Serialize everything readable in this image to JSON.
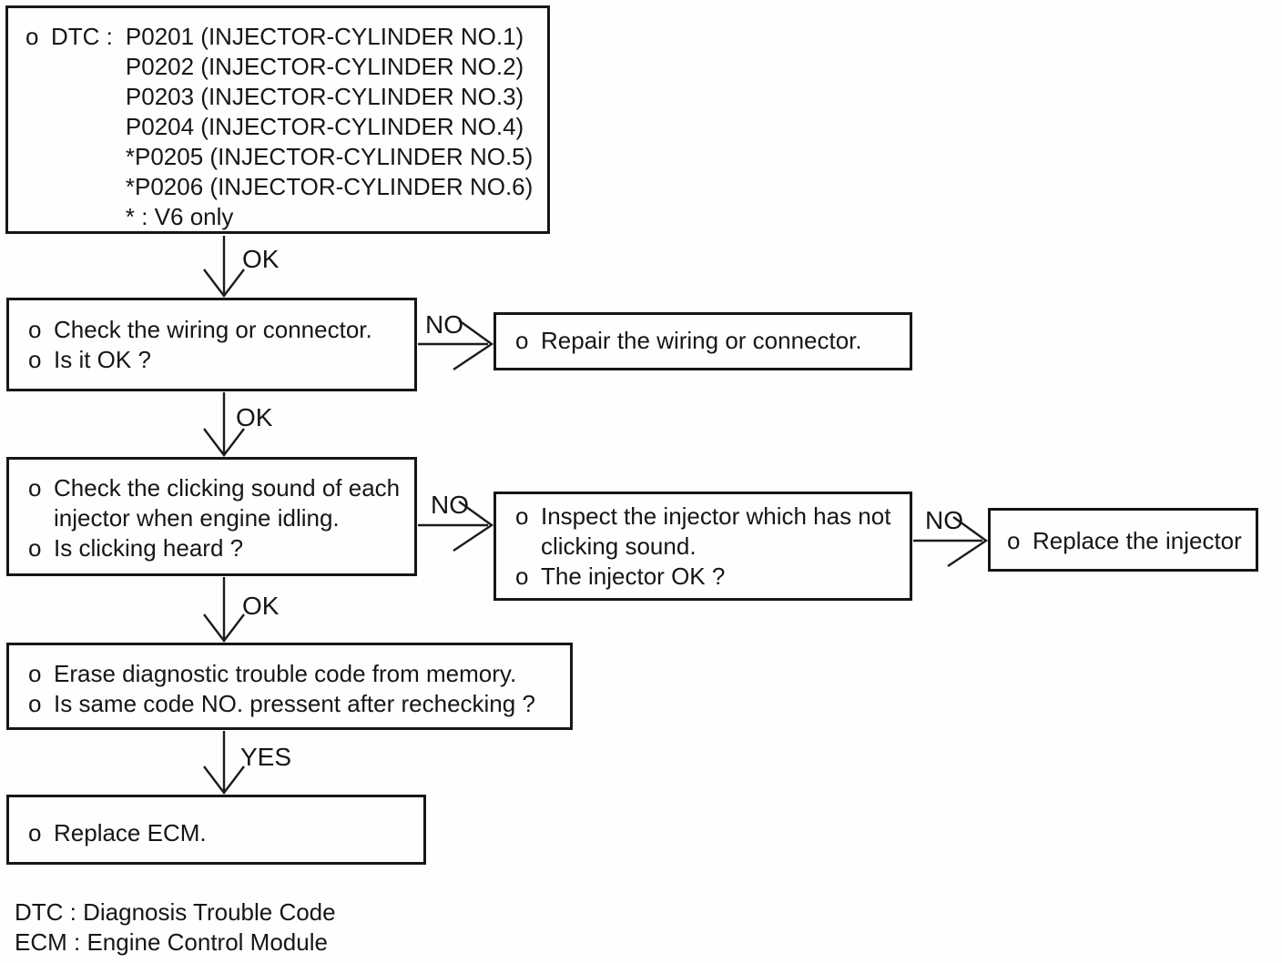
{
  "flowchart": {
    "bullet": "o",
    "dtc_box": {
      "prefix": "DTC :",
      "codes": [
        "P0201 (INJECTOR-CYLINDER NO.1)",
        "P0202 (INJECTOR-CYLINDER NO.2)",
        "P0203 (INJECTOR-CYLINDER NO.3)",
        "P0204 (INJECTOR-CYLINDER NO.4)",
        "*P0205 (INJECTOR-CYLINDER NO.5)",
        "*P0206 (INJECTOR-CYLINDER NO.6)",
        "* : V6 only"
      ]
    },
    "check_wiring_box": {
      "items": [
        [
          "Check the wiring or connector."
        ],
        [
          "Is it OK ?"
        ]
      ]
    },
    "repair_wiring_box": {
      "items": [
        [
          "Repair the wiring or connector."
        ]
      ]
    },
    "check_clicking_box": {
      "items": [
        [
          "Check the clicking sound of each",
          "injector when engine idling."
        ],
        [
          "Is clicking heard ?"
        ]
      ]
    },
    "inspect_injector_box": {
      "items": [
        [
          "Inspect the injector which has not",
          "clicking sound."
        ],
        [
          "The injector OK ?"
        ]
      ]
    },
    "replace_injector_box": {
      "items": [
        [
          "Replace the injector"
        ]
      ]
    },
    "erase_code_box": {
      "items": [
        [
          "Erase diagnostic trouble code from memory."
        ],
        [
          "Is same code NO. pressent after rechecking ?"
        ]
      ]
    },
    "replace_ecm_box": {
      "items": [
        [
          "Replace ECM."
        ]
      ]
    },
    "labels": {
      "ok1": "OK",
      "ok2": "OK",
      "ok3": "OK",
      "yes": "YES",
      "no1": "NO",
      "no2": "NO",
      "no3": "NO"
    },
    "legend": [
      "DTC : Diagnosis Trouble Code",
      "ECM : Engine Control Module"
    ],
    "ink_color": "#161616"
  }
}
